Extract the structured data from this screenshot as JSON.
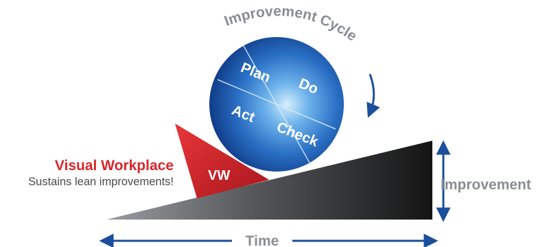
{
  "cycle": {
    "title": "Improvement Cycle",
    "quadrants": {
      "plan": "Plan",
      "do": "Do",
      "act": "Act",
      "check": "Check"
    }
  },
  "wedge": {
    "label": "VW",
    "title": "Visual Workplace",
    "subtitle": "Sustains lean improvements!"
  },
  "axes": {
    "vertical": "Improvement",
    "horizontal": "Time"
  },
  "colors": {
    "ball_light": "#a9d6f5",
    "ball_mid": "#2f7fd2",
    "ball_dark": "#0d3a86",
    "wedge_red": "#d8262b",
    "wedge_red_dark": "#9e1418",
    "ramp_light": "#8e9094",
    "ramp_dark": "#141414",
    "arrow_blue": "#1b4f9c",
    "label_gray": "#8a8d92",
    "text_dark": "#4a4a4a"
  }
}
